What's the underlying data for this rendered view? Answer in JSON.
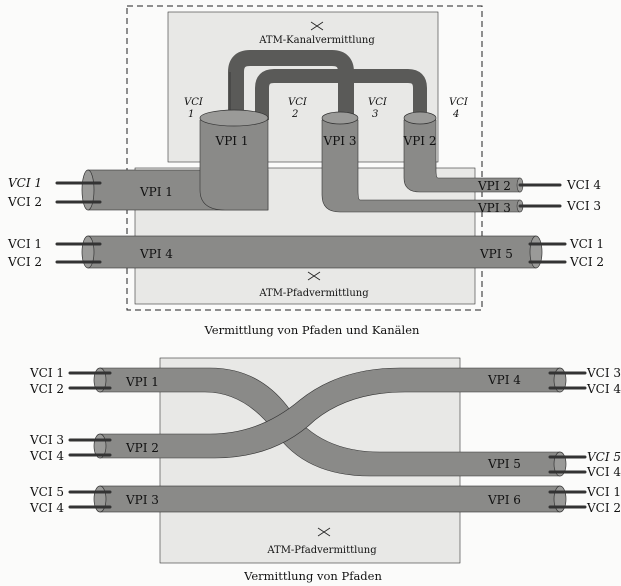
{
  "colors": {
    "background": "#fbfbfa",
    "box": "#e8e8e6",
    "path": "#8a8a88",
    "channel": "#5a5a58",
    "line": "#222222",
    "wire": "#333333"
  },
  "top": {
    "kanal_label": "ATM-Kanalvermittlung",
    "pfad_label": "ATM-Pfadvermittlung",
    "caption": "Vermittlung von Pfaden und Kanälen",
    "vci_top": [
      {
        "line1": "VCI",
        "line2": "1"
      },
      {
        "line1": "VCI",
        "line2": "2"
      },
      {
        "line1": "VCI",
        "line2": "3"
      },
      {
        "line1": "VCI",
        "line2": "4"
      }
    ],
    "cylinders": [
      "VPI 1",
      "VPI 3",
      "VPI 2"
    ],
    "left_labels": [
      "VCI 1",
      "VCI 2",
      "VCI 1",
      "VCI 2"
    ],
    "right_labels": [
      "VCI 4",
      "VCI 3",
      "VCI 1",
      "VCI 2"
    ],
    "tubes": [
      "VPI 1",
      "VPI 2",
      "VPI 3",
      "VPI 4",
      "VPI 5"
    ]
  },
  "bottom": {
    "pfad_label": "ATM-Pfadvermittlung",
    "caption": "Vermittlung von Pfaden",
    "left_labels": [
      "VCI 1",
      "VCI 2",
      "VCI 3",
      "VCI 4",
      "VCI 5",
      "VCI 4"
    ],
    "right_labels": [
      "VCI 3",
      "VCI 4",
      "VCI 5",
      "VCI 4",
      "VCI 1",
      "VCI 2"
    ],
    "tubes": [
      "VPI 1",
      "VPI 2",
      "VPI 3",
      "VPI 4",
      "VPI 5",
      "VPI 6"
    ]
  }
}
